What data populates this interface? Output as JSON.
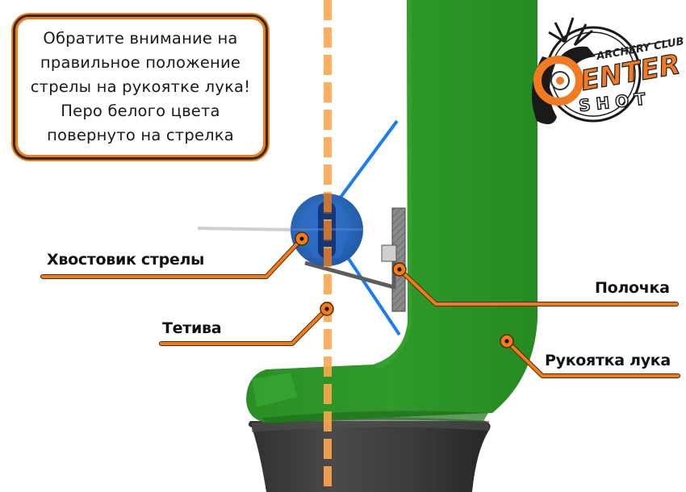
{
  "note": {
    "lines": [
      "Обратите внимание на",
      "правильное положение",
      "стрелы на рукоятке лука!",
      "Перо белого цвета",
      "повернуто на стрелка"
    ],
    "border_color": "#f57c14"
  },
  "logo": {
    "top_text": "ARCHERY CLUB",
    "main_text": "ENTER",
    "sub_text": "S H O T",
    "brand_letter": "C",
    "accent_color": "#f27a23"
  },
  "labels": {
    "nock": "Хвостовик стрелы",
    "string": "Тетива",
    "rest": "Полочка",
    "grip": "Рукоятка лука"
  },
  "colors": {
    "riser_green": "#2b9327",
    "leader_orange": "#f57c14",
    "string_dash": "#ffa64d",
    "vane_blue": "#1a7ef0",
    "nock_blue": "#2a64b8",
    "grip_dark": "#3a3a3a"
  }
}
